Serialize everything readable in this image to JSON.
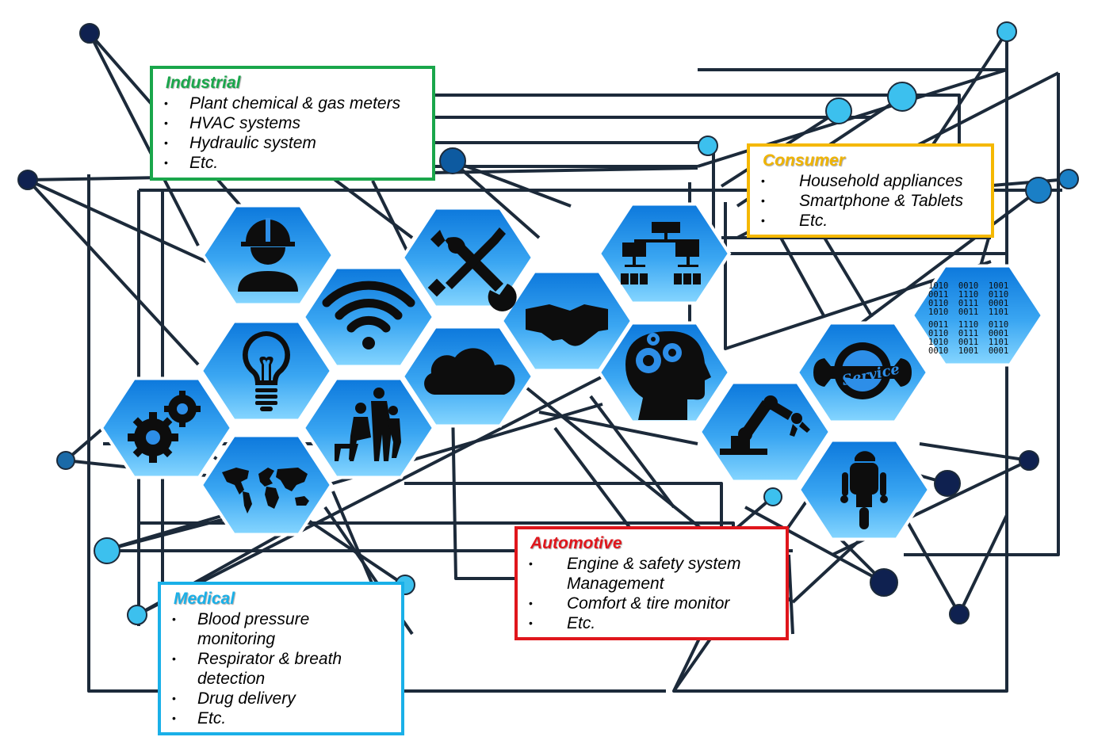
{
  "industrial": {
    "title": "Industrial",
    "items": [
      "Plant chemical & gas meters",
      "HVAC  systems",
      "Hydraulic system",
      "Etc."
    ]
  },
  "consumer": {
    "title": "Consumer",
    "items": [
      "Household appliances",
      "Smartphone & Tablets",
      "Etc."
    ]
  },
  "automotive": {
    "title": "Automotive",
    "items": [
      "Engine & safety system Management",
      "Comfort & tire monitor",
      "Etc."
    ]
  },
  "medical": {
    "title": "Medical",
    "items": [
      "Blood pressure monitoring",
      "Respirator & breath detection",
      "Drug delivery",
      "Etc."
    ]
  },
  "binary_icon_text": [
    "1010  0010  1001",
    "0011  1110  0110",
    "0110  0111  0001",
    "1010  0011  1101",
    "0011  1110  0110",
    "0110  0111  0001",
    "1010  0011  1101",
    "0010  1001  0001"
  ],
  "service_icon_text": "Service",
  "colors": {
    "industrial": "#1aa64b",
    "consumer": "#f5b800",
    "automotive": "#e0161c",
    "medical": "#1ab0e8",
    "network_line": "#1c2a3a",
    "hex_light": "#7fd0ff",
    "hex_dark": "#0a73d6",
    "icon": "#0d0d0d"
  },
  "hexagon_icons": [
    "worker-helmet-icon",
    "wifi-icon",
    "tools-icon",
    "handshake-icon",
    "org-chart-icon",
    "binary-code-icon",
    "lightbulb-icon",
    "cloud-icon",
    "brain-gears-icon",
    "service-wrench-icon",
    "gears-icon",
    "people-meeting-icon",
    "robot-arm-icon",
    "world-map-icon",
    "robot-icon"
  ]
}
